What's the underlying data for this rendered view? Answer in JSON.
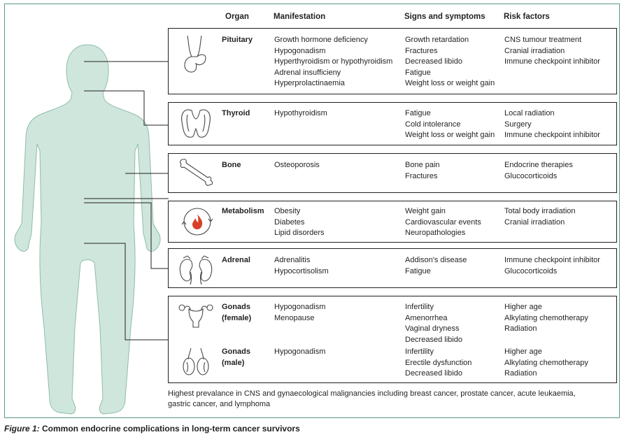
{
  "headers": {
    "organ": "Organ",
    "manifestation": "Manifestation",
    "signs": "Signs and symptoms",
    "risk": "Risk factors"
  },
  "rows": [
    {
      "organ": [
        "Pituitary"
      ],
      "manifestation": [
        "Growth hormone deficiency",
        "Hypogonadism",
        "Hyperthyroidism or hypothyroidism",
        "Adrenal insufficieny",
        "Hyperprolactinaemia"
      ],
      "signs": [
        "Growth retardation",
        "Fractures",
        "Decreased libido",
        "Fatigue",
        "Weight loss or weight gain"
      ],
      "risk": [
        "CNS tumour treatment",
        "Cranial irradiation",
        "Immune checkpoint inhibitor"
      ],
      "icon": "pituitary-icon"
    },
    {
      "organ": [
        "Thyroid"
      ],
      "manifestation": [
        "Hypothyroidism"
      ],
      "signs": [
        "Fatigue",
        "Cold intolerance",
        "Weight loss or weight gain"
      ],
      "risk": [
        "Local radiation",
        "Surgery",
        "Immune checkpoint inhibitor"
      ],
      "icon": "thyroid-icon"
    },
    {
      "organ": [
        "Bone"
      ],
      "manifestation": [
        "Osteoporosis"
      ],
      "signs": [
        "Bone pain",
        "Fractures"
      ],
      "risk": [
        "Endocrine therapies",
        "Glucocorticoids"
      ],
      "icon": "bone-icon"
    },
    {
      "organ": [
        "Metabolism"
      ],
      "manifestation": [
        "Obesity",
        "Diabetes",
        "Lipid disorders"
      ],
      "signs": [
        "Weight gain",
        "Cardiovascular events",
        "Neuropathologies"
      ],
      "risk": [
        "Total body irradiation",
        "Cranial irradiation"
      ],
      "icon": "metabolism-icon"
    },
    {
      "organ": [
        "Adrenal"
      ],
      "manifestation": [
        "Adrenalitis",
        "Hypocortisolism"
      ],
      "signs": [
        "Addison's disease",
        "Fatigue"
      ],
      "risk": [
        "Immune checkpoint inhibitor",
        "Glucocorticoids"
      ],
      "icon": "kidney-icon"
    },
    {
      "organ": [
        "Gonads",
        "(female)"
      ],
      "manifestation": [
        "Hypogonadism",
        "Menopause"
      ],
      "signs": [
        "Infertility",
        "Amenorrhea",
        "Vaginal dryness",
        "Decreased libido"
      ],
      "risk": [
        "Higher age",
        "Alkylating chemotherapy",
        "Radiation"
      ],
      "icon": "uterus-icon"
    },
    {
      "organ": [
        "Gonads",
        "(male)"
      ],
      "manifestation": [
        "Hypogonadism"
      ],
      "signs": [
        "Infertility",
        "Erectile dysfunction",
        "Decreased libido"
      ],
      "risk": [
        "Higher age",
        "Alkylating chemotherapy",
        "Radiation"
      ],
      "icon": "testes-icon"
    }
  ],
  "note": "Highest prevalance in CNS and gynaecological malignancies including breast cancer, prostate cancer, acute leukaemia, gastric cancer, and lymphoma",
  "caption": {
    "label": "Figure 1:",
    "text": " Common endocrine complications in long-term cancer survivors"
  },
  "colors": {
    "silhouette_fill": "#cfe6dc",
    "silhouette_stroke": "#8fbcab",
    "panel_border": "#5a9a86",
    "text": "#231f20",
    "metabolism_accent": "#d64027"
  }
}
